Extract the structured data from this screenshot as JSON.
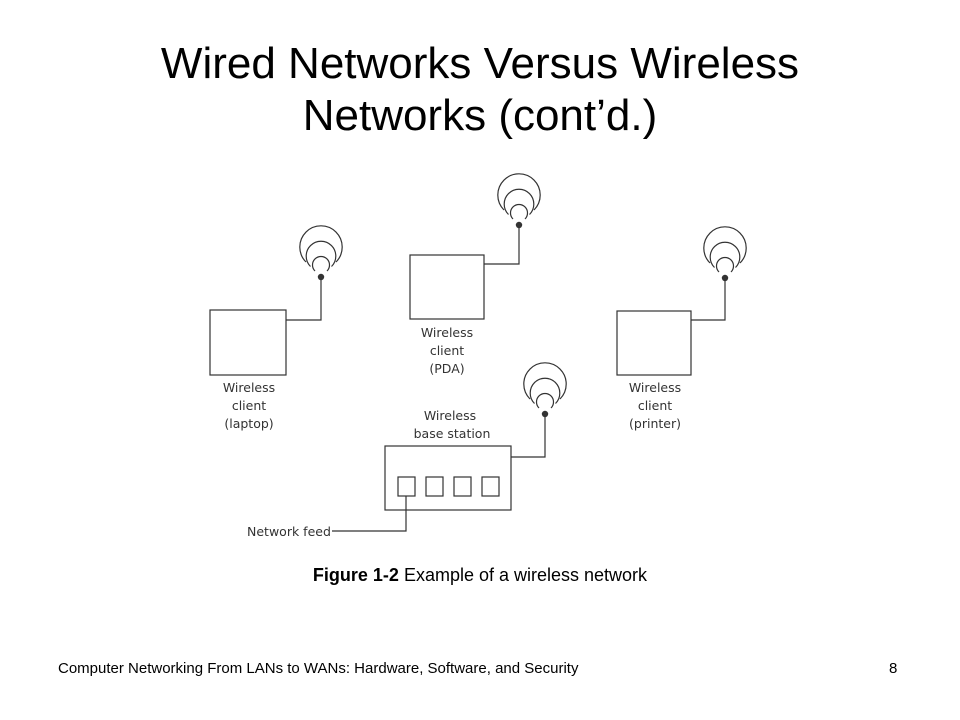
{
  "slide": {
    "title_line1": "Wired Networks Versus Wireless",
    "title_line2": "Networks (cont’d.)"
  },
  "diagram": {
    "laptop": {
      "line1": "Wireless",
      "line2": "client",
      "line3": "(laptop)"
    },
    "pda": {
      "line1": "Wireless",
      "line2": "client",
      "line3": "(PDA)"
    },
    "printer": {
      "line1": "Wireless",
      "line2": "client",
      "line3": "(printer)"
    },
    "base_station": {
      "line1": "Wireless",
      "line2": "base station"
    },
    "network_feed": "Network feed",
    "icon": "wireless-antenna-icon"
  },
  "caption": {
    "figure_label": "Figure 1-2",
    "text": " Example of a wireless network"
  },
  "footer": {
    "book_title": "Computer Networking From LANs to WANs: Hardware, Software, and Security",
    "page_number": "8"
  }
}
